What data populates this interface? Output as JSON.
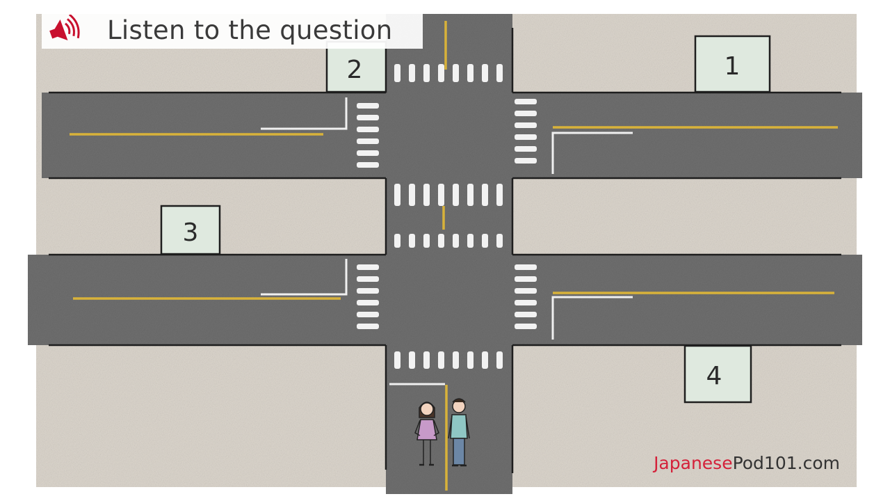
{
  "header": {
    "title": "Listen to the question",
    "icon": "speaker-sound-icon",
    "icon_color": "#c8102e"
  },
  "buildings": [
    {
      "id": "building-1",
      "label": "1"
    },
    {
      "id": "building-2",
      "label": "2"
    },
    {
      "id": "building-3",
      "label": "3"
    },
    {
      "id": "building-4",
      "label": "4"
    }
  ],
  "people": [
    {
      "id": "woman-figure",
      "description_icon": "woman-icon"
    },
    {
      "id": "man-figure",
      "description_icon": "man-icon"
    }
  ],
  "brand": {
    "part1": "Japanese",
    "part2": "Pod101.com",
    "color1": "#d4213a",
    "color2": "#333333"
  },
  "colors": {
    "sidewalk": "#dbd5cc",
    "road": "#6f6f6f",
    "lane_line": "#d8b23a",
    "building": "#dfe9df"
  }
}
